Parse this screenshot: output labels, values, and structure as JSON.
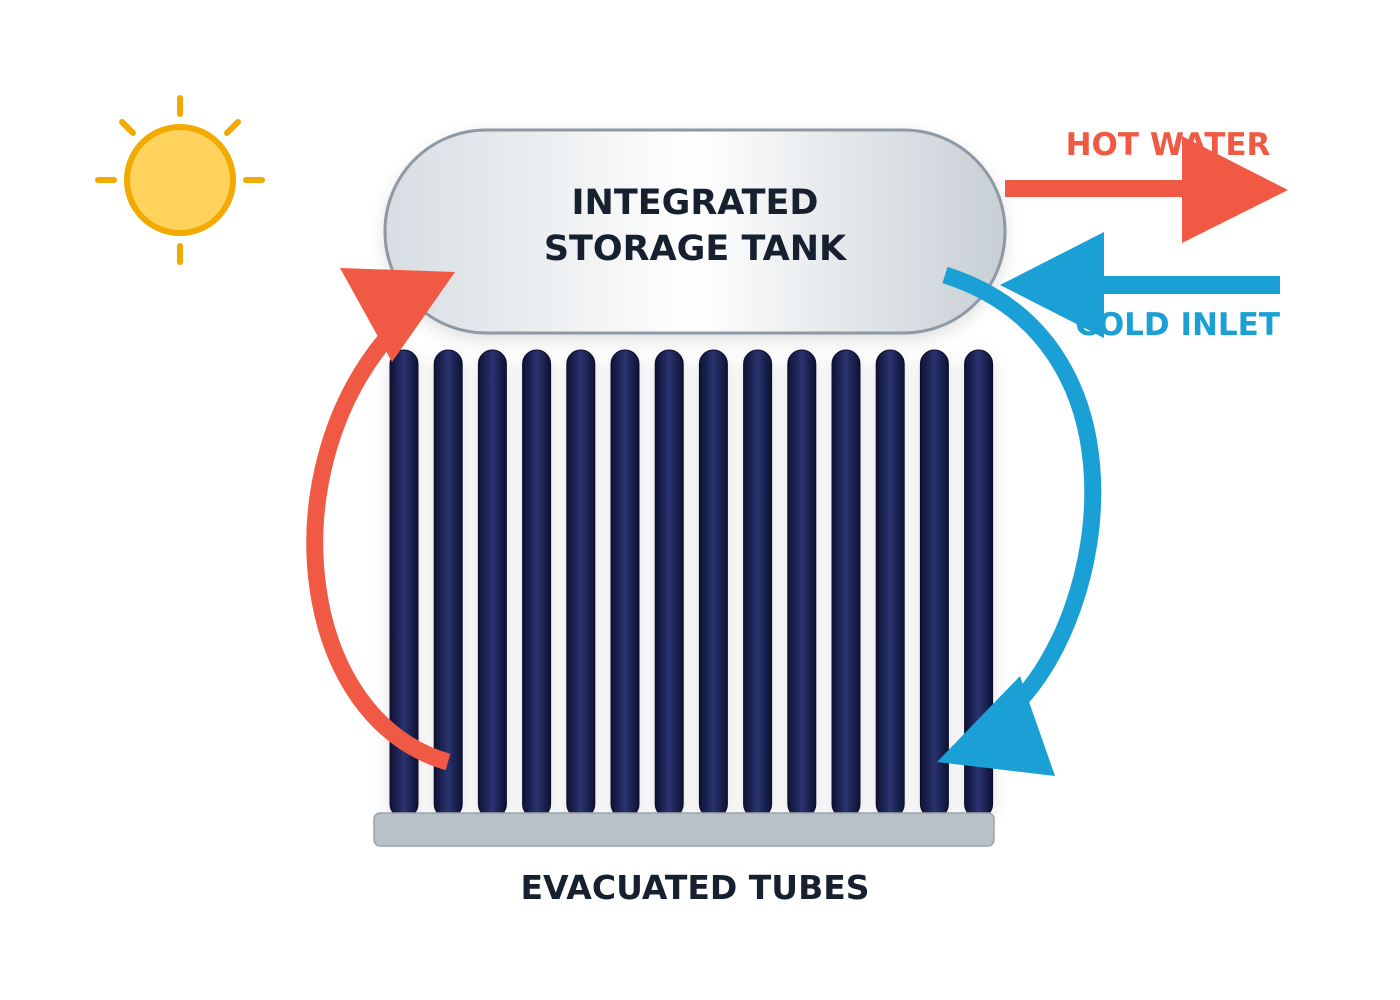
{
  "diagram": {
    "tank_label_line1": "INTEGRATED",
    "tank_label_line2": "STORAGE TANK",
    "tubes_label": "EVACUATED TUBES",
    "hot_label": "HOT WATER",
    "cold_label": "COLD INLET",
    "tube_count": 14,
    "colors": {
      "hot": "#F05A44",
      "cold": "#1AA0D4",
      "sun_fill": "#FFD35C",
      "sun_stroke": "#F2A900",
      "tube": "#1B2250",
      "text": "#16202E",
      "base": "#B8C0C8"
    },
    "icons": [
      "sun-icon"
    ]
  }
}
